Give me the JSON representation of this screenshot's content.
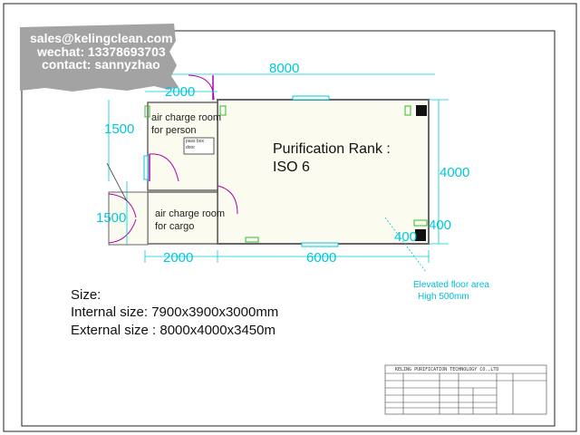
{
  "contact": {
    "email": "sales@kelingclean.com",
    "wechat": "wechat: 13378693703",
    "person": "contact: sannyzhao"
  },
  "rooms": {
    "person_line1": "air charge room",
    "person_line2": "for person",
    "cargo_line1": "air charge room",
    "cargo_line2": "for cargo",
    "small_box_line1": "pass box",
    "small_box_line2": "door"
  },
  "main_room": {
    "rank_label": "Purification Rank :",
    "rank_value": "ISO 6"
  },
  "dimensions": {
    "top_total": "8000",
    "top_left": "2000",
    "left_upper": "1500",
    "left_lower": "1500",
    "bottom_left": "2000",
    "bottom_right": "6000",
    "right_height": "4000",
    "corner_a": "400",
    "corner_b": "400"
  },
  "floor_note": {
    "line1": "Elevated  floor area",
    "line2": "High 500mm"
  },
  "size_block": {
    "title": "Size:",
    "internal": "Internal size: 7900x3900x3000mm",
    "external": "External size :  8000x4000x3450m"
  },
  "title_block": {
    "company": "KELING PURIFICATION TECHNOLOGY CO.,LTD"
  },
  "colors": {
    "dimension": "#00c8d8",
    "room_fill": "#fbfbef",
    "wall": "#666666",
    "door": "#b000b0",
    "fixture": "#33bb33",
    "banner": "#a3a3a3"
  },
  "icons": {
    "banner": "torn-paper-banner",
    "corner_column": "black-square-column"
  }
}
